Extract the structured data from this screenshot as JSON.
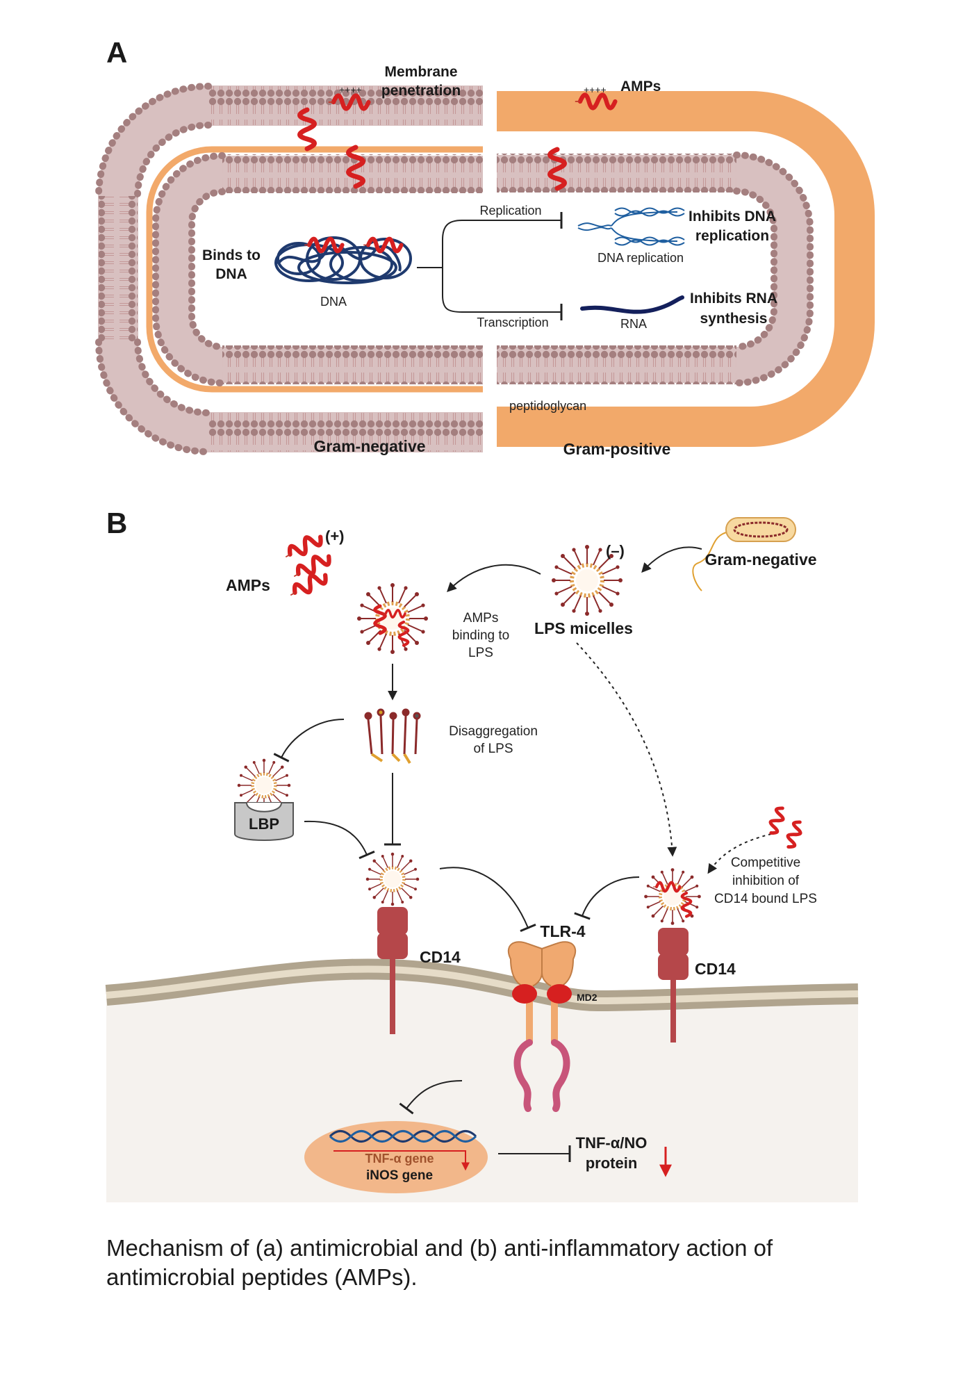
{
  "panel_a": {
    "label": "A",
    "membrane_penetration": [
      "Membrane",
      "penetration"
    ],
    "charge_plus": "++++",
    "amps": "AMPs",
    "binds_to_dna": [
      "Binds to",
      "DNA"
    ],
    "dna": "DNA",
    "replication": "Replication",
    "transcription": "Transcription",
    "dna_replication": "DNA replication",
    "inhibits_dna": [
      "Inhibits DNA",
      "replication"
    ],
    "rna": "RNA",
    "inhibits_rna": [
      "Inhibits RNA",
      "synthesis"
    ],
    "peptidoglycan": "peptidoglycan",
    "gram_negative": "Gram-negative",
    "gram_positive": "Gram-positive"
  },
  "panel_b": {
    "label": "B",
    "amps": "AMPs",
    "plus": "(+)",
    "minus": "(–)",
    "gram_negative": "Gram-negative",
    "lps_micelles": "LPS micelles",
    "amps_binding": [
      "AMPs",
      "binding to",
      "LPS"
    ],
    "disaggregation": [
      "Disaggregation",
      "of LPS"
    ],
    "lbp": "LBP",
    "cd14": "CD14",
    "tlr4": "TLR-4",
    "md2": "MD2",
    "competitive": [
      "Competitive",
      "inhibition of",
      "CD14 bound LPS"
    ],
    "tnf_gene": "TNF-α gene",
    "inos_gene": "iNOS gene",
    "tnf_protein": [
      "TNF-α/NO",
      "protein"
    ]
  },
  "caption": "Mechanism of (a) antimicrobial and (b) anti-inflammatory action of antimicrobial peptides (AMPs).",
  "colors": {
    "membrane_head": "#a47f7f",
    "peptidoglycan": "#f2a96a",
    "helix": "#d62020",
    "dna_strand": "#1f3a6e",
    "cell_interior": "#f5f2ee",
    "receptor": "#b5474a",
    "tlr": "#f0a970"
  }
}
